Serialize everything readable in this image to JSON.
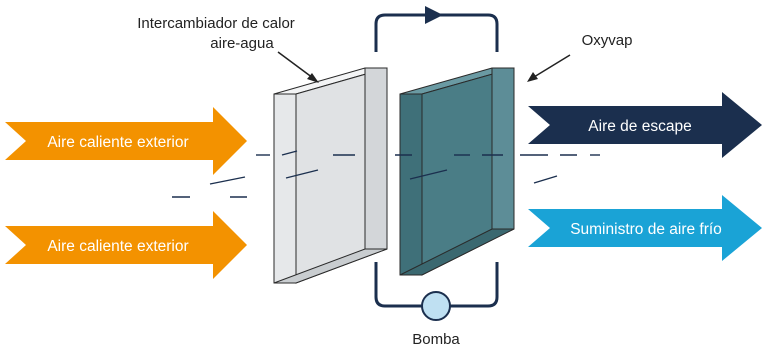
{
  "labels": {
    "heat_exchanger_line1": "Intercambiador de calor",
    "heat_exchanger_line2": "aire-agua",
    "oxyvap": "Oxyvap",
    "pump": "Bomba"
  },
  "arrows": {
    "inlet_top": "Aire caliente exterior",
    "inlet_bottom": "Aire caliente exterior",
    "exhaust": "Aire de escape",
    "supply": "Suministro de aire frío"
  },
  "colors": {
    "inlet_orange": "#f39200",
    "exhaust_navy": "#1b2f4e",
    "supply_cyan": "#1aa3d6",
    "oxyvap_face": "#4a7d86",
    "oxyvap_side": "#5d8d97",
    "exchanger_face": "#e6e8ea",
    "exchanger_side": "#d3d6d9",
    "pipe": "#1b2f4e",
    "pump_fill": "#bfe0f2"
  }
}
